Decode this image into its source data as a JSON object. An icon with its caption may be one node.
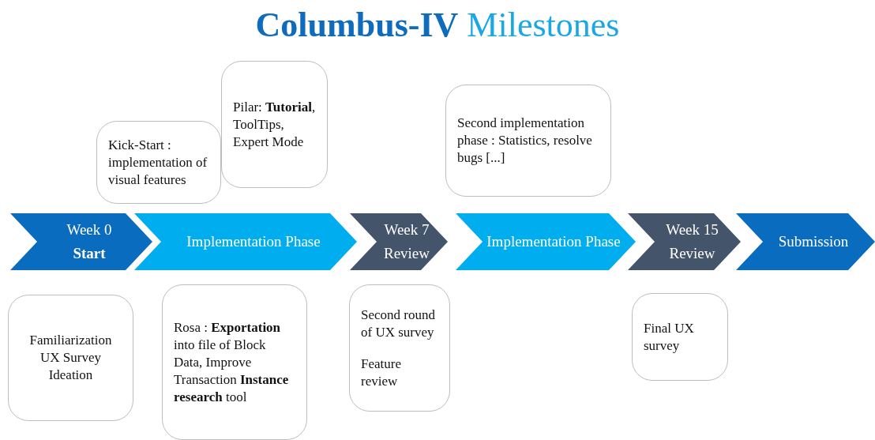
{
  "diagram": {
    "title": "**Columbus-IV** Milestones",
    "nodes": [
      {
        "text": [
          "Kick-Start : implementation of visual features"
        ]
      },
      {
        "text": [
          "Pilar: **Tutorial**, ToolTips, Expert Mode"
        ]
      },
      {
        "text": [
          "Second implementation phase : Statistics, resolve bugs [...]"
        ]
      },
      {
        "text": [
          "Week 0",
          "Start"
        ]
      },
      {
        "text": [
          "Implementation Phase"
        ]
      },
      {
        "text": [
          "Week 7 Review"
        ]
      },
      {
        "text": [
          "Implementation Phase"
        ]
      },
      {
        "text": [
          "Week 15 Review"
        ]
      },
      {
        "text": [
          "Submission"
        ]
      },
      {
        "text": [
          "Familiarization UX Survey Ideation"
        ]
      },
      {
        "text": [
          "Rosa : **Exportation** into file of Block Data, Improve Transaction **Instance research** tool"
        ]
      },
      {
        "text": [
          "Second round of UX survey",
          "Feature review"
        ]
      },
      {
        "text": [
          "Final UX survey"
        ]
      }
    ],
    "edges": []
  }
}
